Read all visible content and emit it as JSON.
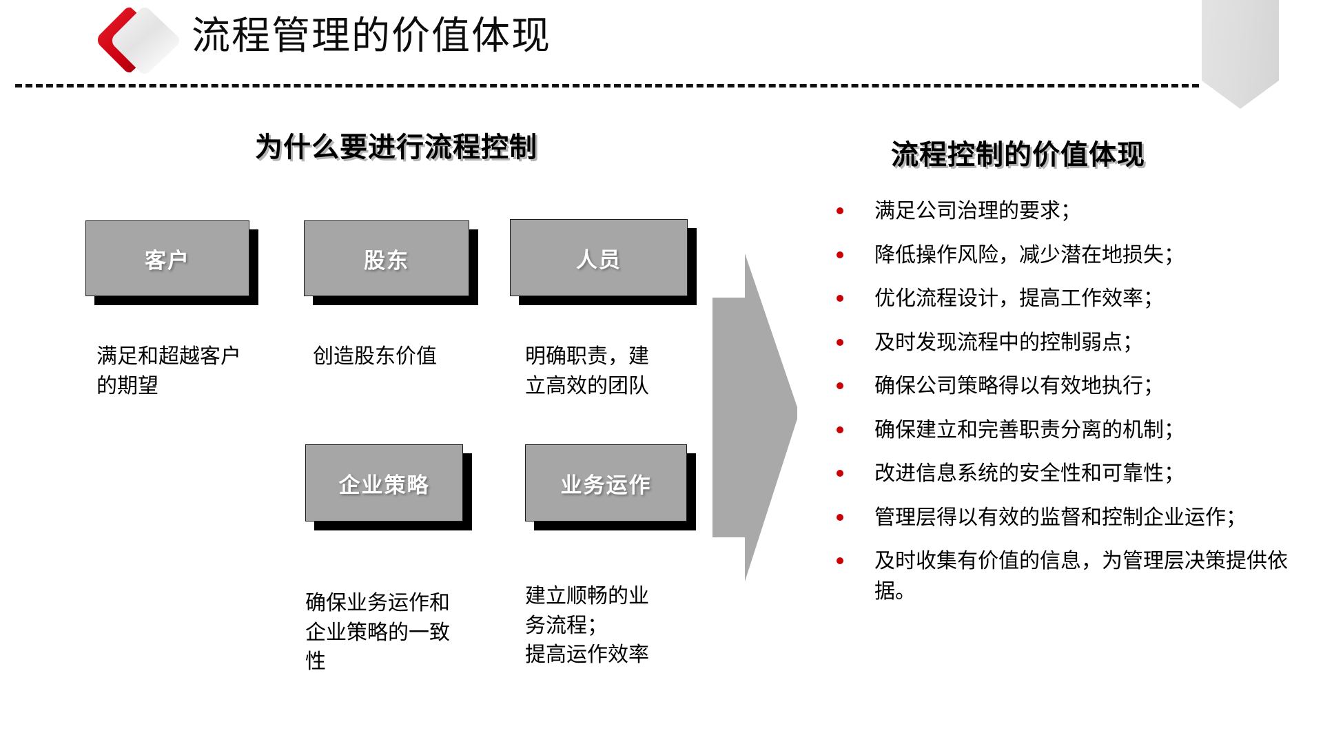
{
  "header": {
    "title": "流程管理的价值体现",
    "logo_icon": "red-gray-diamond-logo",
    "corner_ribbon_icon": "gray-ribbon-banner",
    "divider_icon": "dashed-divider"
  },
  "left_section": {
    "heading": "为什么要进行流程控制",
    "boxes": [
      {
        "label": "客户",
        "caption": "满足和超越客户\n的期望"
      },
      {
        "label": "股东",
        "caption": "创造股东价值"
      },
      {
        "label": "人员",
        "caption": "明确职责，建\n立高效的团队"
      },
      {
        "label": "企业策略",
        "caption": "确保业务运作和\n企业策略的一致\n性"
      },
      {
        "label": "业务运作",
        "caption": "建立顺畅的业\n务流程；\n提高运作效率"
      }
    ]
  },
  "arrow": {
    "icon": "right-arrow-shape",
    "color": "#a9a9a9"
  },
  "right_section": {
    "heading": "流程控制的价值体现",
    "bullets": [
      "满足公司治理的要求；",
      "降低操作风险，减少潜在地损失；",
      "优化流程设计，提高工作效率；",
      "及时发现流程中的控制弱点；",
      "确保公司策略得以有效地执行；",
      "确保建立和完善职责分离的机制；",
      "改进信息系统的安全性和可靠性；",
      "管理层得以有效的监督和控制企业运作；",
      "及时收集有价值的信息，为管理层决策提供依据。"
    ]
  },
  "colors": {
    "accent_red": "#cc0000",
    "box_gray": "#a6a6a6",
    "arrow_gray": "#a9a9a9",
    "ribbon_gray": "#dcdcdc",
    "text_black": "#000000"
  }
}
